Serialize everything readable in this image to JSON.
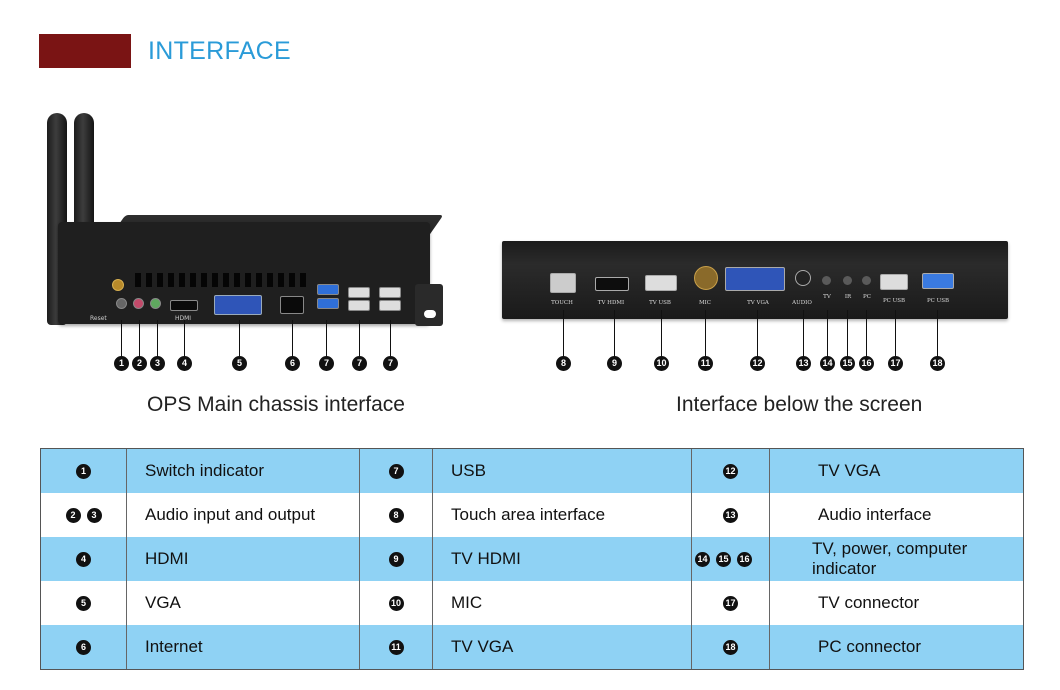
{
  "header": {
    "title": "INTERFACE",
    "bar_color": "#7a1414",
    "title_color": "#2a9bd8"
  },
  "left_device": {
    "caption": "OPS Main chassis interface",
    "port_labels": [
      "Reset",
      "HDMI"
    ],
    "callouts": [
      "1",
      "2",
      "3",
      "4",
      "5",
      "6",
      "7",
      "7",
      "7"
    ]
  },
  "right_device": {
    "caption": "Interface below the screen",
    "port_labels": [
      "TOUCH",
      "TV HDMI",
      "TV USB",
      "MIC",
      "TV VGA",
      "AUDIO",
      "TV",
      "IR",
      "PC",
      "PC USB",
      "PC USB"
    ],
    "callouts": [
      "8",
      "9",
      "10",
      "11",
      "12",
      "13",
      "14",
      "15",
      "16",
      "17",
      "18"
    ]
  },
  "table": {
    "row_colors": [
      "#8fd2f4",
      "#ffffff"
    ],
    "rows": [
      {
        "n1": [
          "1"
        ],
        "t1": "Switch indicator",
        "n2": [
          "7"
        ],
        "t2": "USB",
        "n3": [
          "12"
        ],
        "t3": "TV VGA"
      },
      {
        "n1": [
          "2",
          "3"
        ],
        "t1": "Audio input and output",
        "n2": [
          "8"
        ],
        "t2": "Touch area interface",
        "n3": [
          "13"
        ],
        "t3": "Audio interface"
      },
      {
        "n1": [
          "4"
        ],
        "t1": "HDMI",
        "n2": [
          "9"
        ],
        "t2": "TV HDMI",
        "n3": [
          "14",
          "15",
          "16"
        ],
        "t3": "TV, power, computer indicator"
      },
      {
        "n1": [
          "5"
        ],
        "t1": "VGA",
        "n2": [
          "10"
        ],
        "t2": "MIC",
        "n3": [
          "17"
        ],
        "t3": "TV connector"
      },
      {
        "n1": [
          "6"
        ],
        "t1": "Internet",
        "n2": [
          "11"
        ],
        "t2": "TV VGA",
        "n3": [
          "18"
        ],
        "t3": "PC connector"
      }
    ]
  }
}
